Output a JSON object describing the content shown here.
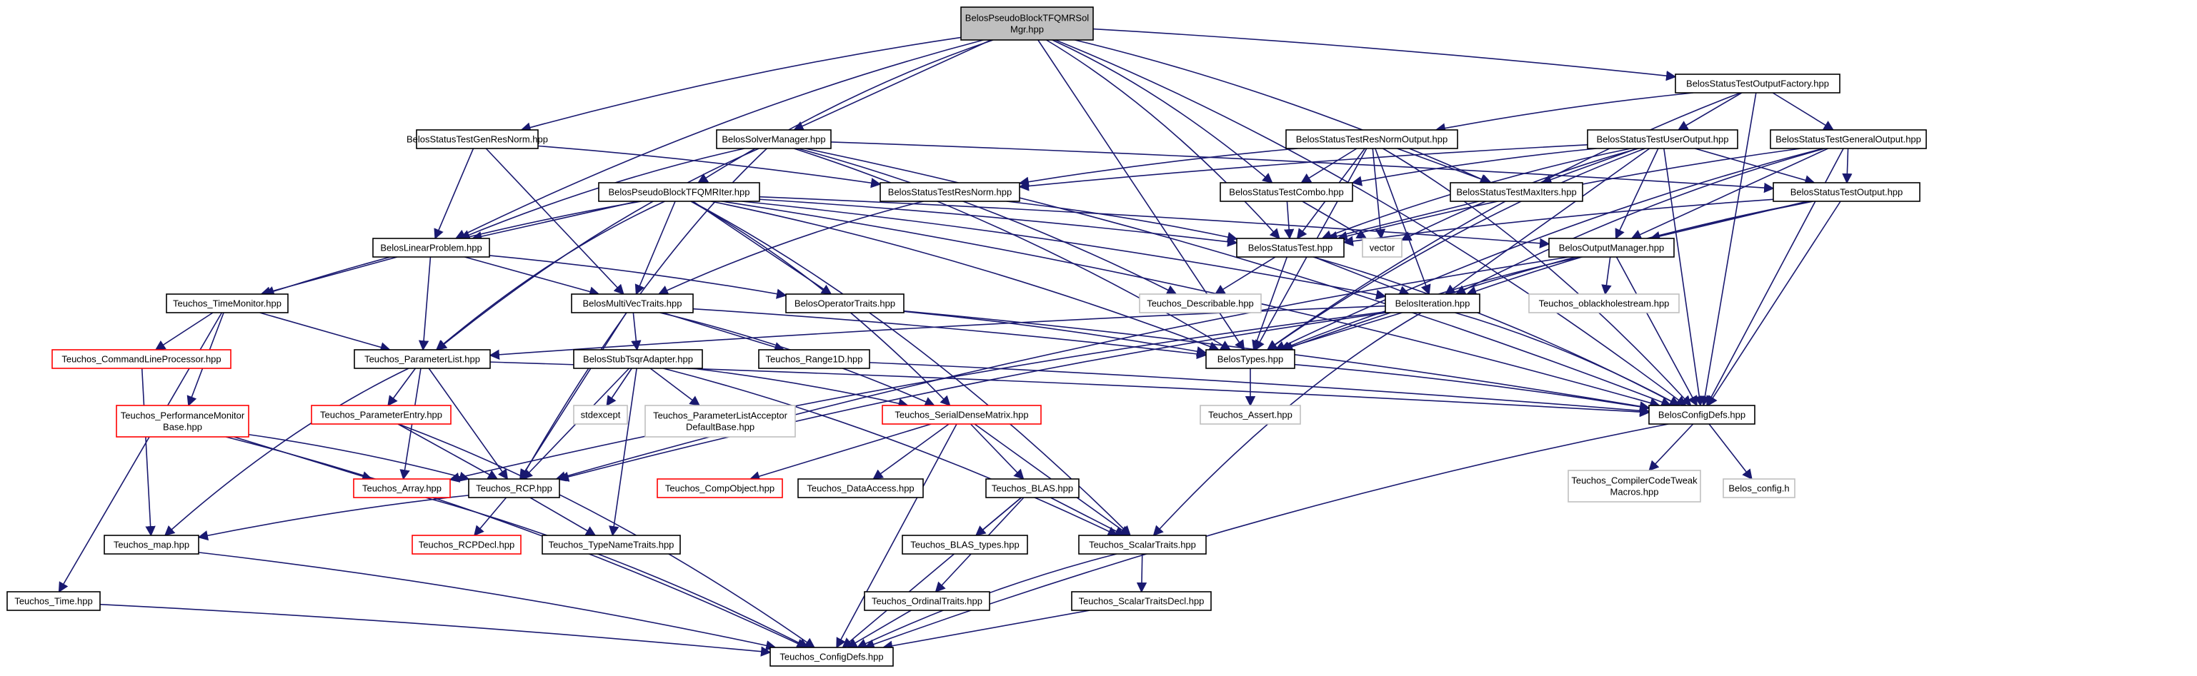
{
  "colors": {
    "edge": "#191970",
    "node_border_default": "#000000",
    "node_border_undocumented": "#ff0000",
    "node_border_external": "#bfbfbf",
    "node_fill_default": "#ffffff",
    "node_fill_root": "#bfbfbf",
    "text_default": "#000000"
  },
  "nodes": [
    {
      "id": "root",
      "lines": [
        "BelosPseudoBlockTFQMRSol",
        "Mgr.hpp"
      ],
      "style": "root"
    },
    {
      "id": "sofact",
      "lines": [
        "BelosStatusTestOutputFactory.hpp"
      ],
      "style": "normal"
    },
    {
      "id": "gennorm",
      "lines": [
        "BelosStatusTestGenResNorm.hpp"
      ],
      "style": "normal"
    },
    {
      "id": "solvermgr",
      "lines": [
        "BelosSolverManager.hpp"
      ],
      "style": "normal"
    },
    {
      "id": "resnormout",
      "lines": [
        "BelosStatusTestResNormOutput.hpp"
      ],
      "style": "normal"
    },
    {
      "id": "userout",
      "lines": [
        "BelosStatusTestUserOutput.hpp"
      ],
      "style": "normal"
    },
    {
      "id": "genout",
      "lines": [
        "BelosStatusTestGeneralOutput.hpp"
      ],
      "style": "normal"
    },
    {
      "id": "tfqmriter",
      "lines": [
        "BelosPseudoBlockTFQMRIter.hpp"
      ],
      "style": "normal"
    },
    {
      "id": "resnorm",
      "lines": [
        "BelosStatusTestResNorm.hpp"
      ],
      "style": "normal"
    },
    {
      "id": "combo",
      "lines": [
        "BelosStatusTestCombo.hpp"
      ],
      "style": "normal"
    },
    {
      "id": "maxiters",
      "lines": [
        "BelosStatusTestMaxIters.hpp"
      ],
      "style": "normal"
    },
    {
      "id": "stout",
      "lines": [
        "BelosStatusTestOutput.hpp"
      ],
      "style": "normal"
    },
    {
      "id": "linprob",
      "lines": [
        "BelosLinearProblem.hpp"
      ],
      "style": "normal"
    },
    {
      "id": "stest",
      "lines": [
        "BelosStatusTest.hpp"
      ],
      "style": "normal"
    },
    {
      "id": "vector",
      "lines": [
        "vector"
      ],
      "style": "external"
    },
    {
      "id": "outmgr",
      "lines": [
        "BelosOutputManager.hpp"
      ],
      "style": "normal"
    },
    {
      "id": "timemon",
      "lines": [
        "Teuchos_TimeMonitor.hpp"
      ],
      "style": "normal"
    },
    {
      "id": "mvtraits",
      "lines": [
        "BelosMultiVecTraits.hpp"
      ],
      "style": "normal"
    },
    {
      "id": "optraits",
      "lines": [
        "BelosOperatorTraits.hpp"
      ],
      "style": "normal"
    },
    {
      "id": "describable",
      "lines": [
        "Teuchos_Describable.hpp"
      ],
      "style": "external"
    },
    {
      "id": "iteration",
      "lines": [
        "BelosIteration.hpp"
      ],
      "style": "normal"
    },
    {
      "id": "oblack",
      "lines": [
        "Teuchos_oblackholestream.hpp"
      ],
      "style": "external"
    },
    {
      "id": "cmdline",
      "lines": [
        "Teuchos_CommandLineProcessor.hpp"
      ],
      "style": "undocumented"
    },
    {
      "id": "paramlist",
      "lines": [
        "Teuchos_ParameterList.hpp"
      ],
      "style": "normal"
    },
    {
      "id": "tsqr",
      "lines": [
        "BelosStubTsqrAdapter.hpp"
      ],
      "style": "normal"
    },
    {
      "id": "range1d",
      "lines": [
        "Teuchos_Range1D.hpp"
      ],
      "style": "normal"
    },
    {
      "id": "belostypes",
      "lines": [
        "BelosTypes.hpp"
      ],
      "style": "normal"
    },
    {
      "id": "perfmon",
      "lines": [
        "Teuchos_PerformanceMonitor",
        "Base.hpp"
      ],
      "style": "undocumented"
    },
    {
      "id": "paramentry",
      "lines": [
        "Teuchos_ParameterEntry.hpp"
      ],
      "style": "undocumented"
    },
    {
      "id": "stdexcept",
      "lines": [
        "stdexcept"
      ],
      "style": "external"
    },
    {
      "id": "plad",
      "lines": [
        "Teuchos_ParameterListAcceptor",
        "DefaultBase.hpp"
      ],
      "style": "external"
    },
    {
      "id": "sdm",
      "lines": [
        "Teuchos_SerialDenseMatrix.hpp"
      ],
      "style": "undocumented"
    },
    {
      "id": "assert",
      "lines": [
        "Teuchos_Assert.hpp"
      ],
      "style": "external"
    },
    {
      "id": "configdefs",
      "lines": [
        "BelosConfigDefs.hpp"
      ],
      "style": "normal"
    },
    {
      "id": "array",
      "lines": [
        "Teuchos_Array.hpp"
      ],
      "style": "undocumented"
    },
    {
      "id": "rcp",
      "lines": [
        "Teuchos_RCP.hpp"
      ],
      "style": "normal"
    },
    {
      "id": "compobj",
      "lines": [
        "Teuchos_CompObject.hpp"
      ],
      "style": "undocumented"
    },
    {
      "id": "dataaccess",
      "lines": [
        "Teuchos_DataAccess.hpp"
      ],
      "style": "normal"
    },
    {
      "id": "blas",
      "lines": [
        "Teuchos_BLAS.hpp"
      ],
      "style": "normal"
    },
    {
      "id": "cctm",
      "lines": [
        "Teuchos_CompilerCodeTweak",
        "Macros.hpp"
      ],
      "style": "external"
    },
    {
      "id": "belosconfigh",
      "lines": [
        "Belos_config.h"
      ],
      "style": "external"
    },
    {
      "id": "map",
      "lines": [
        "Teuchos_map.hpp"
      ],
      "style": "normal"
    },
    {
      "id": "rcpdecl",
      "lines": [
        "Teuchos_RCPDecl.hpp"
      ],
      "style": "undocumented"
    },
    {
      "id": "typename",
      "lines": [
        "Teuchos_TypeNameTraits.hpp"
      ],
      "style": "normal"
    },
    {
      "id": "blastypes",
      "lines": [
        "Teuchos_BLAS_types.hpp"
      ],
      "style": "normal"
    },
    {
      "id": "scalartraits",
      "lines": [
        "Teuchos_ScalarTraits.hpp"
      ],
      "style": "normal"
    },
    {
      "id": "ordinal",
      "lines": [
        "Teuchos_OrdinalTraits.hpp"
      ],
      "style": "normal"
    },
    {
      "id": "stdecl",
      "lines": [
        "Teuchos_ScalarTraitsDecl.hpp"
      ],
      "style": "normal"
    },
    {
      "id": "time",
      "lines": [
        "Teuchos_Time.hpp"
      ],
      "style": "normal"
    },
    {
      "id": "teuchosconfig",
      "lines": [
        "Teuchos_ConfigDefs.hpp"
      ],
      "style": "normal"
    }
  ],
  "edges": [
    [
      "root",
      "sofact"
    ],
    [
      "root",
      "gennorm"
    ],
    [
      "root",
      "solvermgr"
    ],
    [
      "root",
      "tfqmriter"
    ],
    [
      "root",
      "linprob"
    ],
    [
      "root",
      "combo"
    ],
    [
      "root",
      "maxiters"
    ],
    [
      "root",
      "configdefs"
    ],
    [
      "root",
      "belostypes"
    ],
    [
      "root",
      "stest"
    ],
    [
      "sofact",
      "resnormout"
    ],
    [
      "sofact",
      "userout"
    ],
    [
      "sofact",
      "genout"
    ],
    [
      "sofact",
      "configdefs"
    ],
    [
      "sofact",
      "belostypes"
    ],
    [
      "gennorm",
      "resnorm"
    ],
    [
      "gennorm",
      "linprob"
    ],
    [
      "gennorm",
      "mvtraits"
    ],
    [
      "solvermgr",
      "linprob"
    ],
    [
      "solvermgr",
      "stout"
    ],
    [
      "solvermgr",
      "paramlist"
    ],
    [
      "solvermgr",
      "rcp"
    ],
    [
      "solvermgr",
      "describable"
    ],
    [
      "solvermgr",
      "belostypes"
    ],
    [
      "solvermgr",
      "configdefs"
    ],
    [
      "resnormout",
      "resnorm"
    ],
    [
      "resnormout",
      "combo"
    ],
    [
      "resnormout",
      "maxiters"
    ],
    [
      "resnormout",
      "stest"
    ],
    [
      "resnormout",
      "vector"
    ],
    [
      "resnormout",
      "iteration"
    ],
    [
      "resnormout",
      "belostypes"
    ],
    [
      "resnormout",
      "configdefs"
    ],
    [
      "userout",
      "resnorm"
    ],
    [
      "userout",
      "combo"
    ],
    [
      "userout",
      "maxiters"
    ],
    [
      "userout",
      "stout"
    ],
    [
      "userout",
      "stest"
    ],
    [
      "userout",
      "vector"
    ],
    [
      "userout",
      "iteration"
    ],
    [
      "userout",
      "outmgr"
    ],
    [
      "userout",
      "belostypes"
    ],
    [
      "userout",
      "configdefs"
    ],
    [
      "genout",
      "stout"
    ],
    [
      "genout",
      "stest"
    ],
    [
      "genout",
      "iteration"
    ],
    [
      "genout",
      "outmgr"
    ],
    [
      "genout",
      "belostypes"
    ],
    [
      "genout",
      "configdefs"
    ],
    [
      "tfqmriter",
      "linprob"
    ],
    [
      "tfqmriter",
      "mvtraits"
    ],
    [
      "tfqmriter",
      "optraits"
    ],
    [
      "tfqmriter",
      "iteration"
    ],
    [
      "tfqmriter",
      "timemon"
    ],
    [
      "tfqmriter",
      "paramlist"
    ],
    [
      "tfqmriter",
      "sdm"
    ],
    [
      "tfqmriter",
      "scalartraits"
    ],
    [
      "tfqmriter",
      "belostypes"
    ],
    [
      "tfqmriter",
      "configdefs"
    ],
    [
      "tfqmriter",
      "outmgr"
    ],
    [
      "tfqmriter",
      "stest"
    ],
    [
      "resnorm",
      "mvtraits"
    ],
    [
      "resnorm",
      "stest"
    ],
    [
      "combo",
      "stest"
    ],
    [
      "combo",
      "vector"
    ],
    [
      "maxiters",
      "stest"
    ],
    [
      "stout",
      "stest"
    ],
    [
      "stout",
      "outmgr"
    ],
    [
      "stout",
      "iteration"
    ],
    [
      "stout",
      "belostypes"
    ],
    [
      "stout",
      "configdefs"
    ],
    [
      "linprob",
      "mvtraits"
    ],
    [
      "linprob",
      "optraits"
    ],
    [
      "linprob",
      "timemon"
    ],
    [
      "linprob",
      "paramlist"
    ],
    [
      "stest",
      "describable"
    ],
    [
      "stest",
      "belostypes"
    ],
    [
      "stest",
      "iteration"
    ],
    [
      "stest",
      "configdefs"
    ],
    [
      "outmgr",
      "oblack"
    ],
    [
      "outmgr",
      "belostypes"
    ],
    [
      "outmgr",
      "configdefs"
    ],
    [
      "outmgr",
      "rcp"
    ],
    [
      "timemon",
      "cmdline"
    ],
    [
      "timemon",
      "perfmon"
    ],
    [
      "timemon",
      "paramlist"
    ],
    [
      "timemon",
      "time"
    ],
    [
      "mvtraits",
      "tsqr"
    ],
    [
      "mvtraits",
      "range1d"
    ],
    [
      "mvtraits",
      "rcp"
    ],
    [
      "mvtraits",
      "sdm"
    ],
    [
      "mvtraits",
      "belostypes"
    ],
    [
      "optraits",
      "belostypes"
    ],
    [
      "optraits",
      "configdefs"
    ],
    [
      "iteration",
      "paramlist"
    ],
    [
      "iteration",
      "belostypes"
    ],
    [
      "iteration",
      "configdefs"
    ],
    [
      "iteration",
      "rcp"
    ],
    [
      "iteration",
      "array"
    ],
    [
      "iteration",
      "scalartraits"
    ],
    [
      "cmdline",
      "map"
    ],
    [
      "paramlist",
      "paramentry"
    ],
    [
      "paramlist",
      "rcp"
    ],
    [
      "paramlist",
      "array"
    ],
    [
      "paramlist",
      "map"
    ],
    [
      "paramlist",
      "configdefs"
    ],
    [
      "tsqr",
      "stdexcept"
    ],
    [
      "tsqr",
      "plad"
    ],
    [
      "tsqr",
      "sdm"
    ],
    [
      "tsqr",
      "rcp"
    ],
    [
      "tsqr",
      "typename"
    ],
    [
      "tsqr",
      "scalartraits"
    ],
    [
      "range1d",
      "configdefs"
    ],
    [
      "belostypes",
      "assert"
    ],
    [
      "belostypes",
      "configdefs"
    ],
    [
      "perfmon",
      "array"
    ],
    [
      "perfmon",
      "rcp"
    ],
    [
      "perfmon",
      "teuchosconfig"
    ],
    [
      "paramentry",
      "rcp"
    ],
    [
      "paramentry",
      "teuchosconfig"
    ],
    [
      "sdm",
      "compobj"
    ],
    [
      "sdm",
      "dataaccess"
    ],
    [
      "sdm",
      "blas"
    ],
    [
      "sdm",
      "scalartraits"
    ],
    [
      "sdm",
      "teuchosconfig"
    ],
    [
      "configdefs",
      "cctm"
    ],
    [
      "configdefs",
      "belosconfigh"
    ],
    [
      "configdefs",
      "teuchosconfig"
    ],
    [
      "array",
      "teuchosconfig"
    ],
    [
      "rcp",
      "rcpdecl"
    ],
    [
      "rcp",
      "typename"
    ],
    [
      "rcp",
      "map"
    ],
    [
      "blas",
      "blastypes"
    ],
    [
      "blas",
      "scalartraits"
    ],
    [
      "blas",
      "ordinal"
    ],
    [
      "blas",
      "teuchosconfig"
    ],
    [
      "map",
      "teuchosconfig"
    ],
    [
      "scalartraits",
      "stdecl"
    ],
    [
      "scalartraits",
      "teuchosconfig"
    ],
    [
      "ordinal",
      "teuchosconfig"
    ],
    [
      "stdecl",
      "teuchosconfig"
    ],
    [
      "time",
      "teuchosconfig"
    ]
  ]
}
